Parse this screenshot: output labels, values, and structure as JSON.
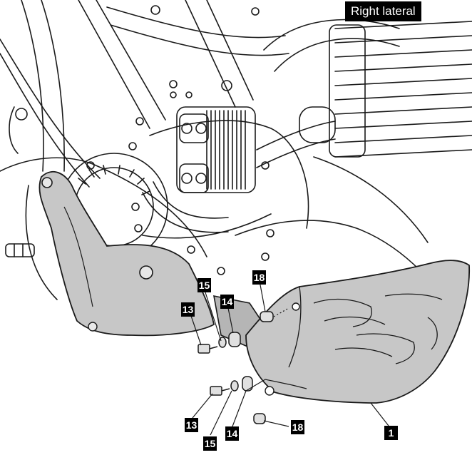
{
  "header": {
    "view_label": "Right lateral"
  },
  "callouts": {
    "c1": "1",
    "c13_top": "13",
    "c13_bottom": "13",
    "c14_top": "14",
    "c14_bottom": "14",
    "c15_top": "15",
    "c15_bottom": "15",
    "c18_top": "18",
    "c18_bottom": "18"
  },
  "colors": {
    "guard_fill": "#c7c7c7",
    "line": "#1a1a1a",
    "label_bg": "#000000"
  }
}
